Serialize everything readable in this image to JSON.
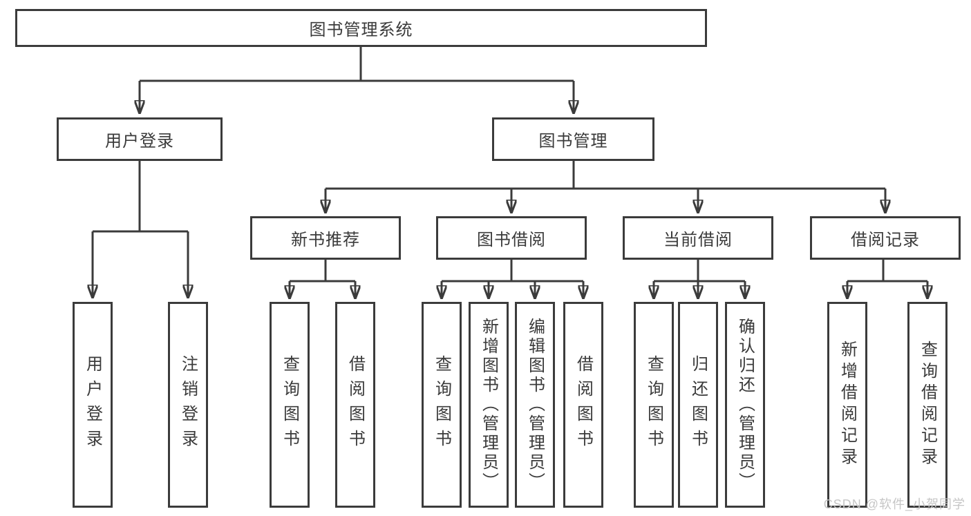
{
  "tree": {
    "root": {
      "label": "图书管理系统"
    },
    "branches": [
      {
        "label": "用户登录",
        "children": [
          {
            "label": "用户登录"
          },
          {
            "label": "注销登录"
          }
        ]
      },
      {
        "label": "图书管理",
        "children": [
          {
            "label": "新书推荐",
            "children": [
              {
                "label": "查询图书"
              },
              {
                "label": "借阅图书"
              }
            ]
          },
          {
            "label": "图书借阅",
            "children": [
              {
                "label": "查询图书"
              },
              {
                "label": "新增图书（管理员）"
              },
              {
                "label": "编辑图书（管理员）"
              },
              {
                "label": "借阅图书"
              }
            ]
          },
          {
            "label": "当前借阅",
            "children": [
              {
                "label": "查询图书"
              },
              {
                "label": "归还图书"
              },
              {
                "label": "确认归还（管理员）"
              }
            ]
          },
          {
            "label": "借阅记录",
            "children": [
              {
                "label": "新增借阅记录"
              },
              {
                "label": "查询借阅记录"
              }
            ]
          }
        ]
      }
    ]
  },
  "watermark": {
    "text": "CSDN @软件_小贺同学"
  },
  "colors": {
    "line": "#3b3b3b",
    "text": "#3a3a3a",
    "background": "#ffffff",
    "watermark": "#c6c6c6"
  }
}
